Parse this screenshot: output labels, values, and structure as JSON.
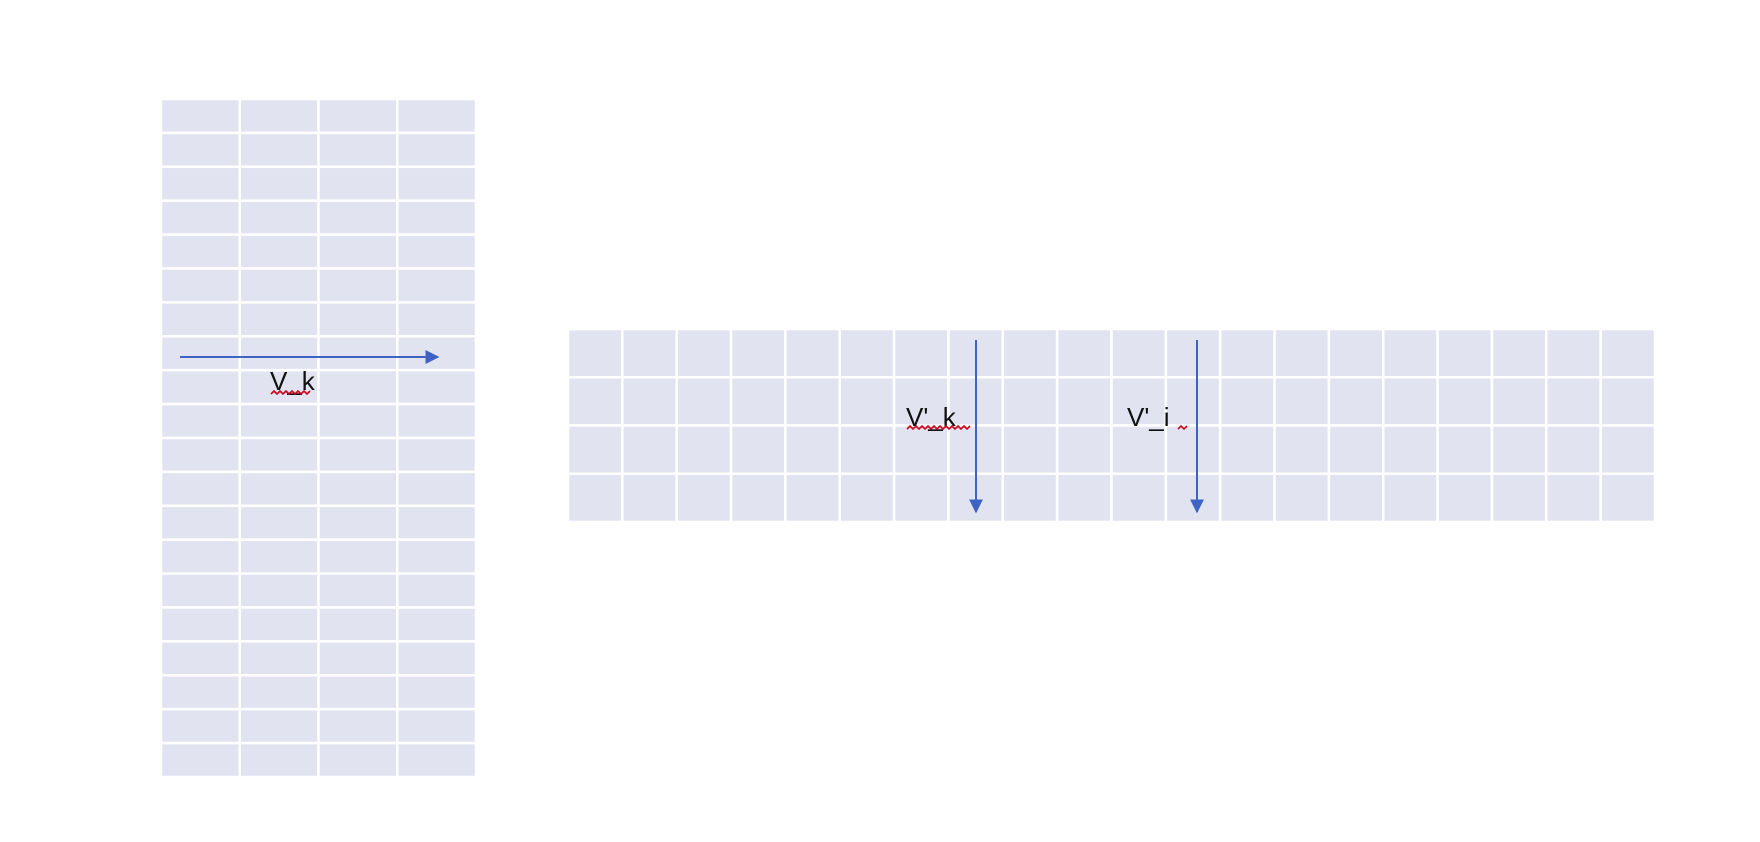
{
  "colors": {
    "cell_fill": "#e1e4f0",
    "grid_line": "#ffffff",
    "arrow": "#3f63c4",
    "text": "#111111",
    "spellcheck": "#d0021b"
  },
  "tables": {
    "left": {
      "rows": 20,
      "cols": 4
    },
    "right": {
      "rows": 4,
      "cols": 20
    }
  },
  "labels": {
    "vk": "V_k",
    "vprime_k": "V'_k",
    "vprime_i": "V'_i"
  }
}
